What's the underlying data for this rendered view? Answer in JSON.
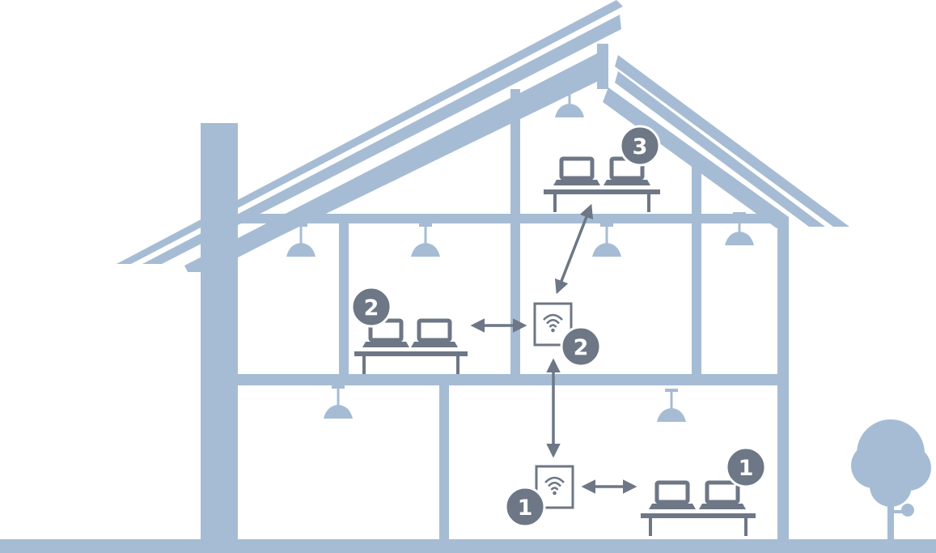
{
  "badges": {
    "desk_level1": "1",
    "router_level1": "1",
    "desk_level2": "2",
    "router_level2": "2",
    "desk_level3": "3"
  },
  "icons": [
    "house-icon",
    "wifi-icon",
    "laptop-icon",
    "ceiling-lamp-icon",
    "tree-icon",
    "arrow-icon"
  ],
  "colors": {
    "house": "#a6bcd4",
    "device": "#6d7785",
    "background": "#ffffff"
  }
}
